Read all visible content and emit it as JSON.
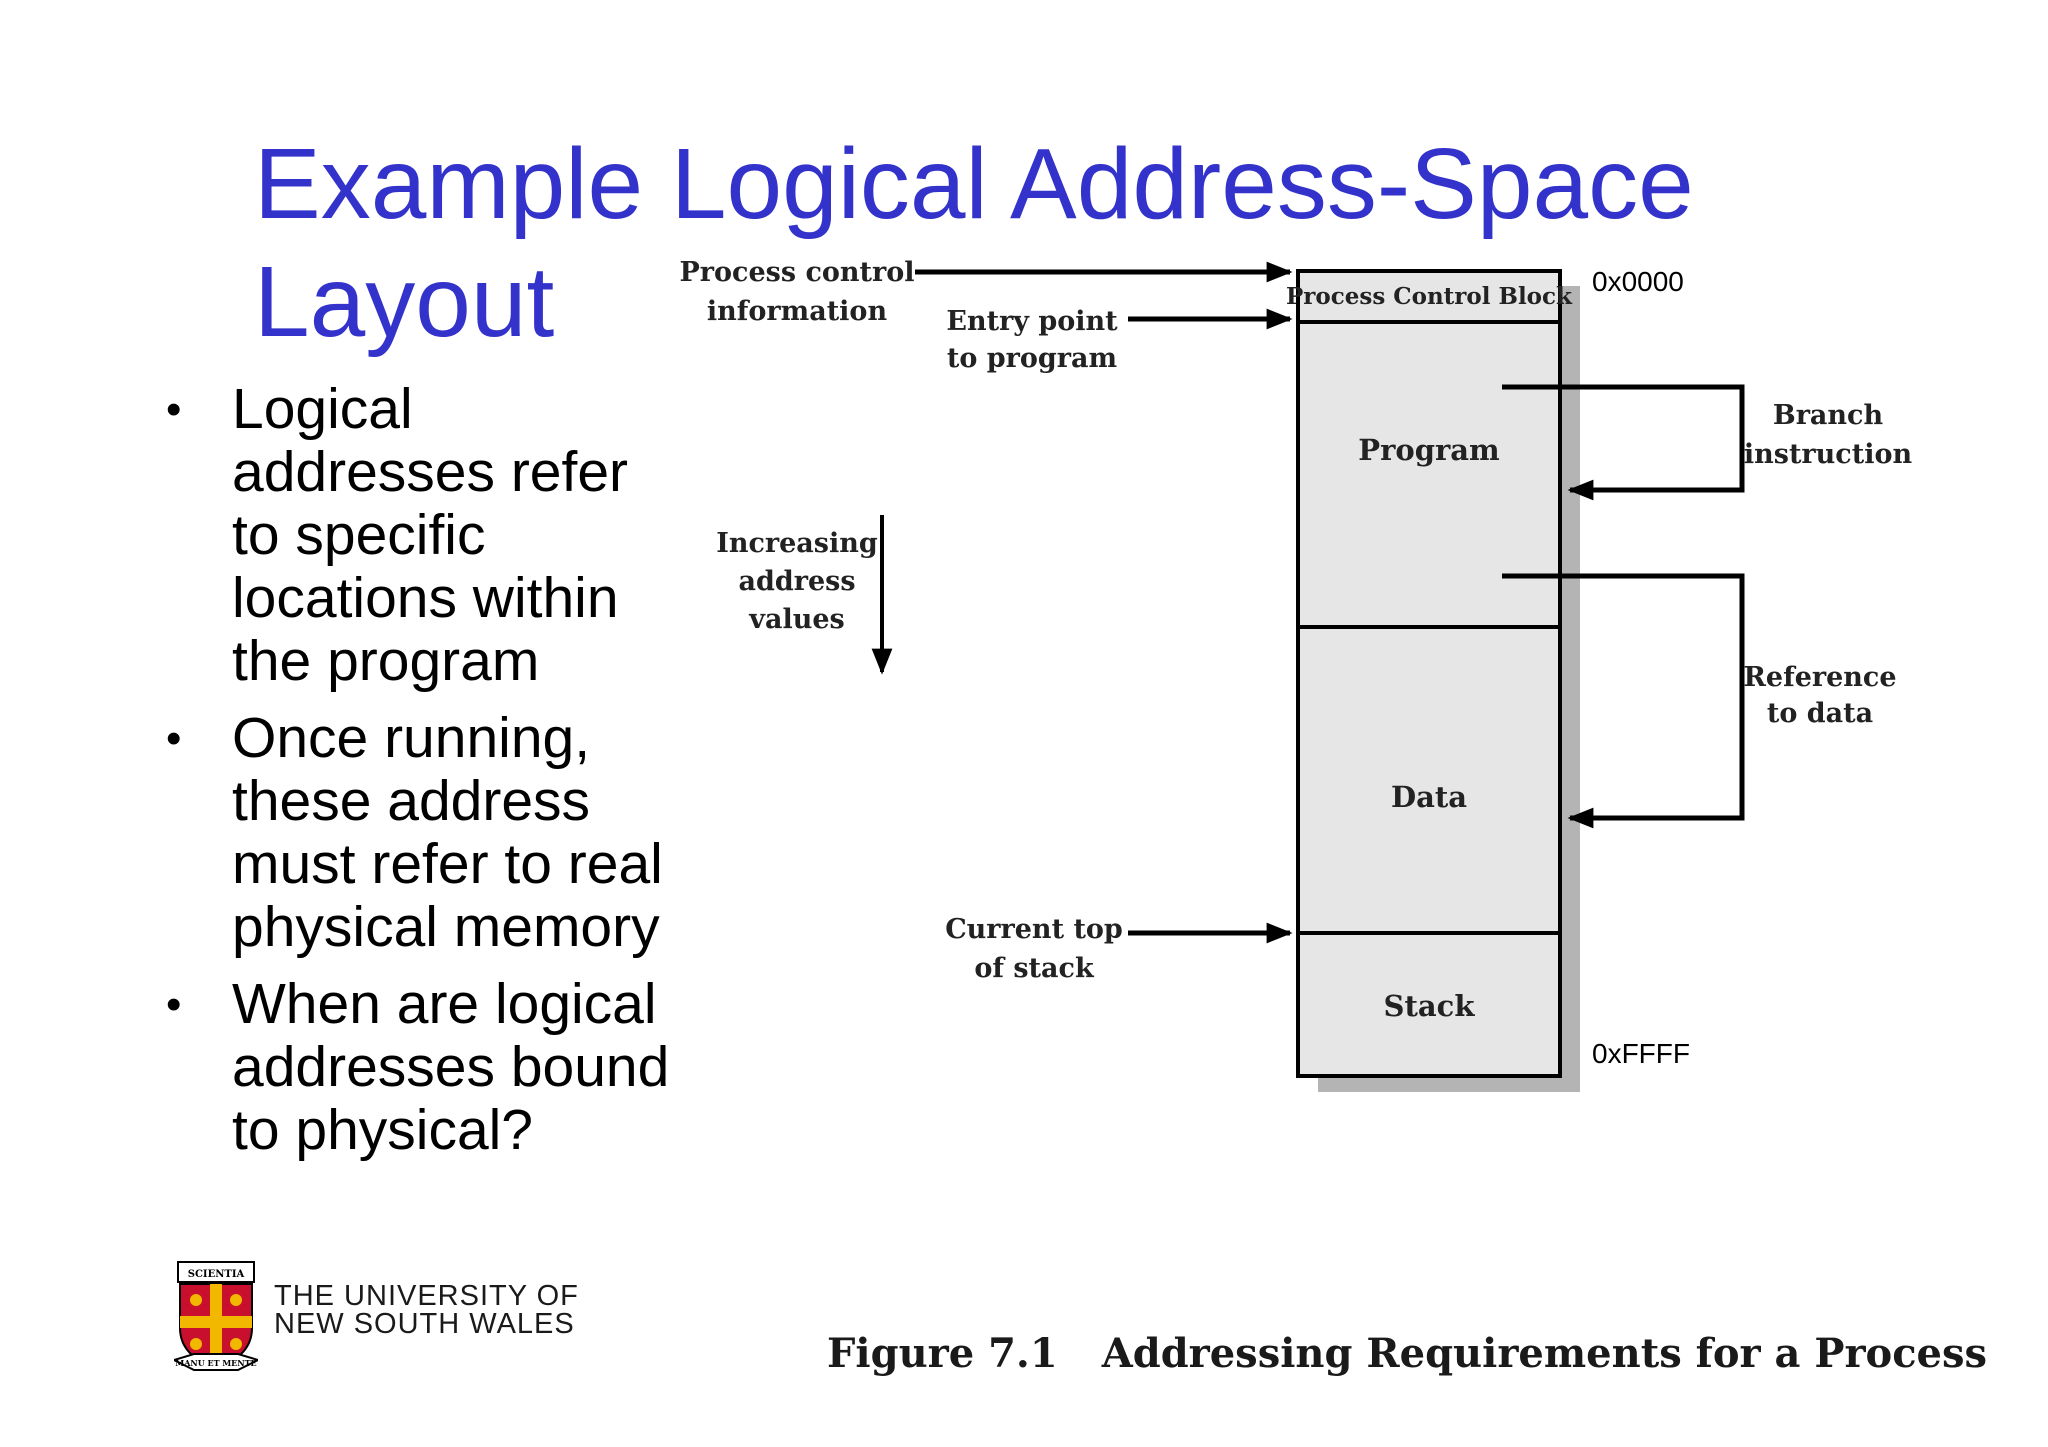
{
  "slide": {
    "title": "Example Logical Address-Space Layout",
    "bullets": [
      "Logical\naddresses refer\nto specific\nlocations within\nthe program",
      "Once running,\nthese address\nmust refer to real\nphysical memory",
      "When are logical\naddresses bound\nto physical?"
    ],
    "bullet_glyph": "•"
  },
  "diagram": {
    "segments": {
      "pcb": "Process Control Block",
      "program": "Program",
      "data": "Data",
      "stack": "Stack"
    },
    "addresses": {
      "start": "0x0000",
      "end": "0xFFFF"
    },
    "labels": {
      "process_control_line1": "Process control",
      "process_control_line2": "information",
      "entry_line1": "Entry point",
      "entry_line2": "to program",
      "increasing_line1": "Increasing",
      "increasing_line2": "address",
      "increasing_line3": "values",
      "branch_line1": "Branch",
      "branch_line2": "instruction",
      "reference_line1": "Reference",
      "reference_line2": "to data",
      "stacktop_line1": "Current top",
      "stacktop_line2": "of stack"
    },
    "caption_number": "Figure 7.1",
    "caption_text": "Addressing Requirements for a Process"
  },
  "footer": {
    "university_line1": "THE UNIVERSITY OF",
    "university_line2": "NEW SOUTH WALES",
    "crest_motto": "SCIENTIA",
    "crest_banner": "MANU ET MENTE"
  },
  "colors": {
    "title": "#3333cc",
    "segment_fill": "#e6e6e6",
    "shadow": "#b4b4b4",
    "crest_red": "#c8102e",
    "crest_gold": "#f2b800"
  }
}
